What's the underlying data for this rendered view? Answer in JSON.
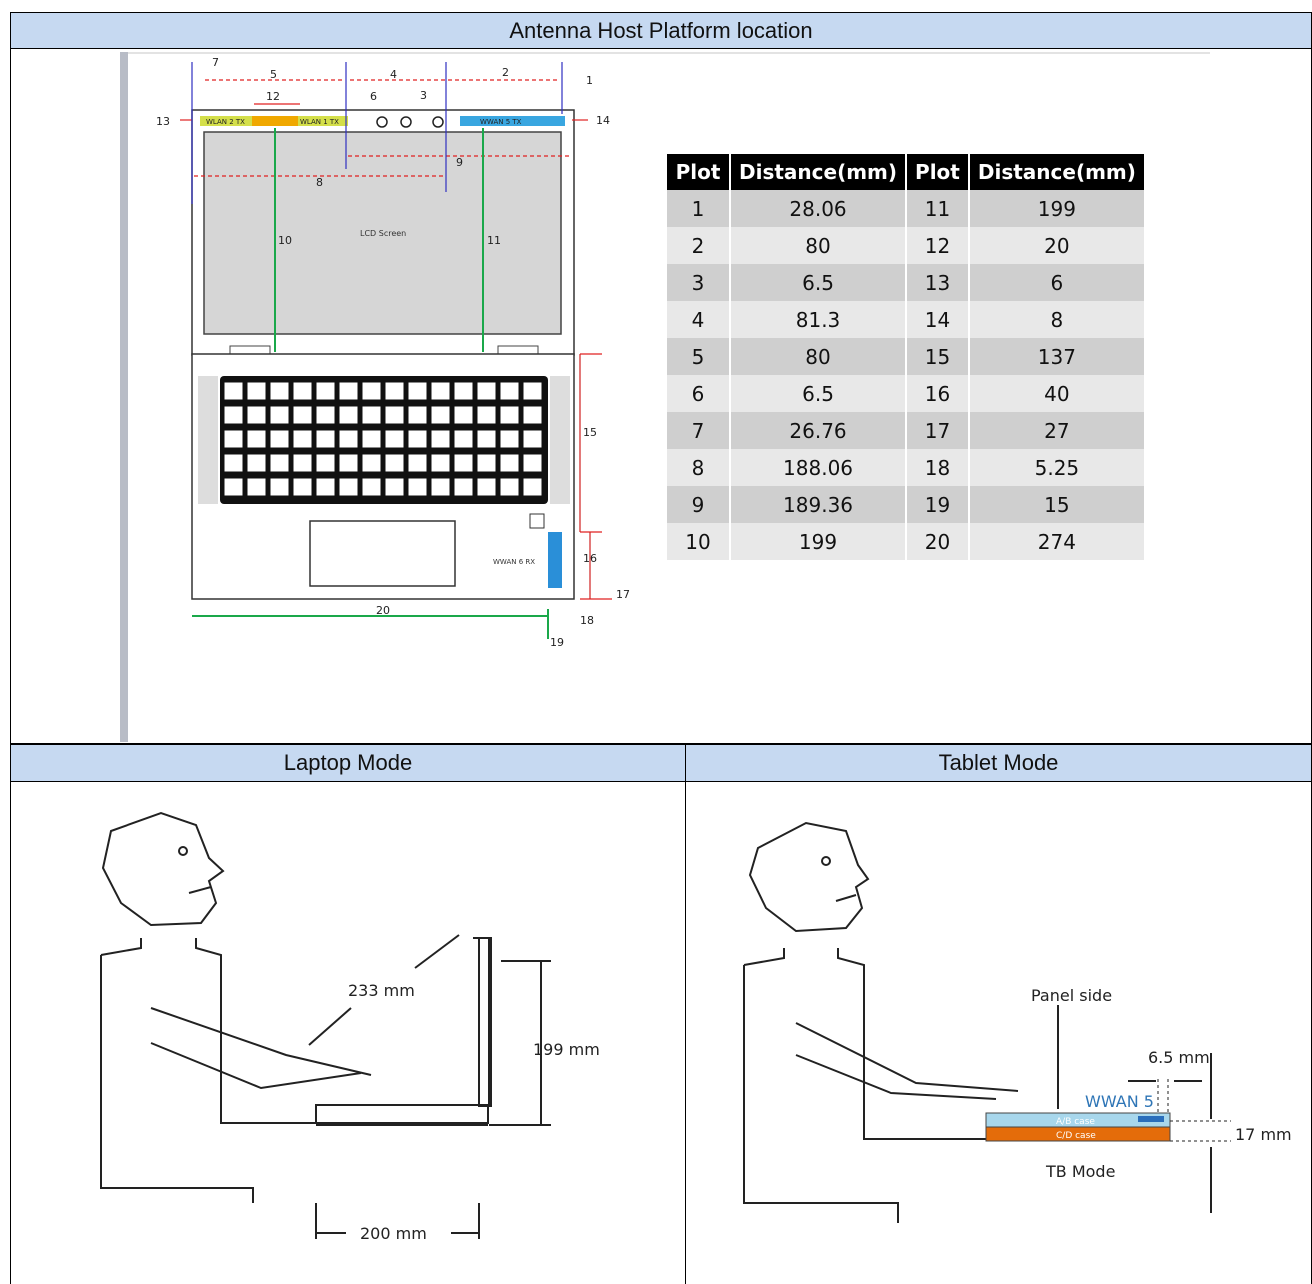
{
  "top_section": {
    "header": "Antenna Host Platform location"
  },
  "modes": {
    "laptop": "Laptop Mode",
    "tablet": "Tablet Mode"
  },
  "diagram_labels": {
    "wlan2": "WLAN 2 TX",
    "wlan1": "WLAN 1 TX",
    "wwan5": "WWAN 5 TX",
    "wwan6": "WWAN 6 RX",
    "lcd": "LCD Screen",
    "plots": [
      "1",
      "2",
      "3",
      "4",
      "5",
      "6",
      "7",
      "8",
      "9",
      "10",
      "11",
      "12",
      "13",
      "14",
      "15",
      "16",
      "17",
      "18",
      "19",
      "20"
    ]
  },
  "distance_table": {
    "headers": [
      "Plot",
      "Distance(mm)",
      "Plot",
      "Distance(mm)"
    ],
    "rows": [
      [
        "1",
        "28.06",
        "11",
        "199"
      ],
      [
        "2",
        "80",
        "12",
        "20"
      ],
      [
        "3",
        "6.5",
        "13",
        "6"
      ],
      [
        "4",
        "81.3",
        "14",
        "8"
      ],
      [
        "5",
        "80",
        "15",
        "137"
      ],
      [
        "6",
        "6.5",
        "16",
        "40"
      ],
      [
        "7",
        "26.76",
        "17",
        "27"
      ],
      [
        "8",
        "188.06",
        "18",
        "5.25"
      ],
      [
        "9",
        "189.36",
        "19",
        "15"
      ],
      [
        "10",
        "199",
        "20",
        "274"
      ]
    ]
  },
  "laptop_figure": {
    "diag": "233 mm",
    "height": "199 mm",
    "depth": "200 mm"
  },
  "tablet_figure": {
    "panel_side": "Panel side",
    "gap": "6.5 mm",
    "wwan": "WWAN 5",
    "ab_case": "A/B case",
    "cd_case": "C/D case",
    "thickness": "17 mm",
    "mode": "TB Mode"
  }
}
